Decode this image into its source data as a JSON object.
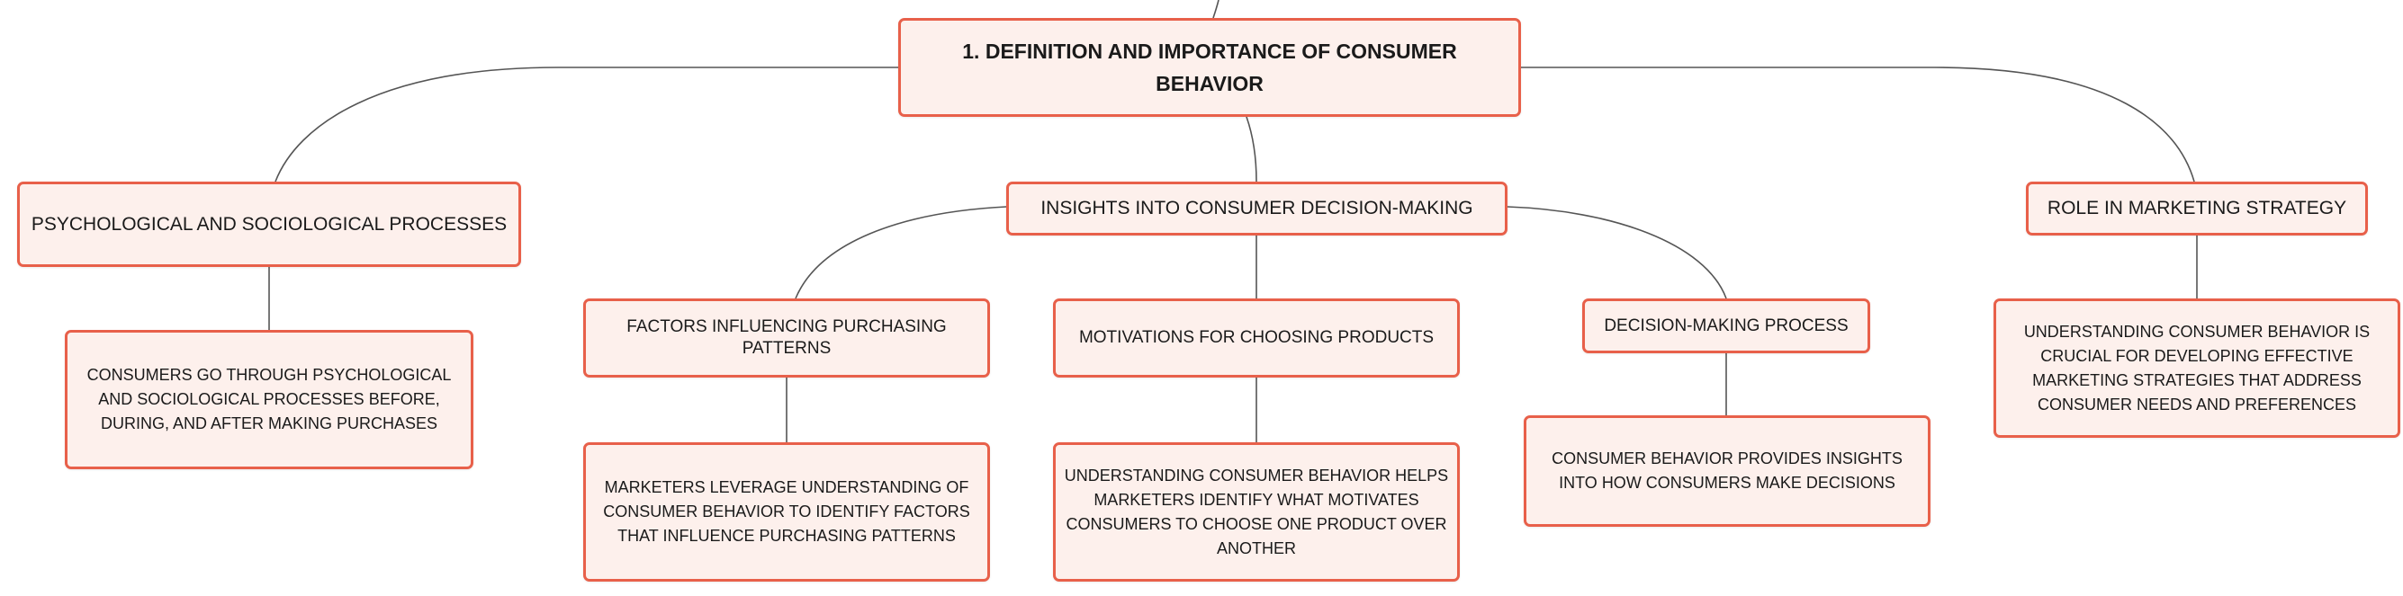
{
  "mindmap": {
    "root": {
      "label": "1. DEFINITION AND IMPORTANCE OF CONSUMER BEHAVIOR"
    },
    "branches": {
      "psychological": {
        "label": "PSYCHOLOGICAL AND SOCIOLOGICAL PROCESSES",
        "detail": "CONSUMERS GO THROUGH PSYCHOLOGICAL AND SOCIOLOGICAL PROCESSES BEFORE, DURING, AND AFTER MAKING PURCHASES"
      },
      "insights": {
        "label": "INSIGHTS INTO CONSUMER DECISION-MAKING",
        "children": {
          "factors": {
            "label": "FACTORS INFLUENCING PURCHASING PATTERNS",
            "detail": "MARKETERS LEVERAGE UNDERSTANDING OF CONSUMER BEHAVIOR TO IDENTIFY FACTORS THAT INFLUENCE PURCHASING PATTERNS"
          },
          "motivations": {
            "label": "MOTIVATIONS FOR CHOOSING PRODUCTS",
            "detail": "UNDERSTANDING CONSUMER BEHAVIOR HELPS MARKETERS IDENTIFY WHAT MOTIVATES CONSUMERS TO CHOOSE ONE PRODUCT OVER ANOTHER"
          },
          "decision": {
            "label": "DECISION-MAKING PROCESS",
            "detail": "CONSUMER BEHAVIOR PROVIDES INSIGHTS INTO HOW CONSUMERS MAKE DECISIONS"
          }
        }
      },
      "marketing": {
        "label": "ROLE IN MARKETING STRATEGY",
        "detail": "UNDERSTANDING CONSUMER BEHAVIOR IS CRUCIAL FOR DEVELOPING EFFECTIVE MARKETING STRATEGIES THAT ADDRESS CONSUMER NEEDS AND PREFERENCES"
      }
    }
  },
  "colors": {
    "node_fill": "#fdf0ec",
    "node_border": "#e8604a",
    "connector": "#555555",
    "text": "#1a1a1a"
  }
}
